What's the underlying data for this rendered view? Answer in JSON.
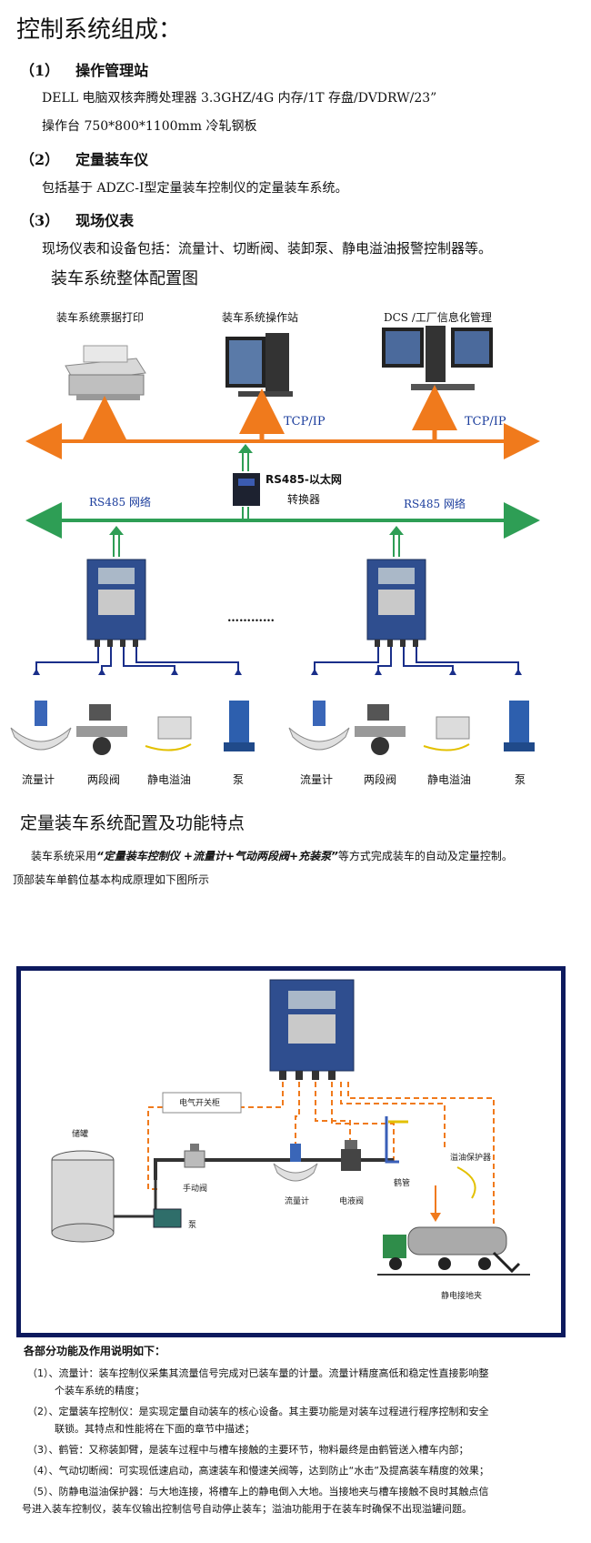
{
  "title": "控制系统组成：",
  "sections": [
    {
      "num": "（1）",
      "heading": "操作管理站",
      "lines": [
        "DELL 电脑双核奔腾处理器 3.3GHZ/4G 内存/1T 存盘/DVDRW/23”",
        "操作台 750*800*1100mm 冷轧钢板"
      ]
    },
    {
      "num": "（2）",
      "heading": "定量装车仪",
      "lines": [
        "包括基于 ADZC-Ⅰ型定量装车控制仪的定量装车系统。"
      ]
    },
    {
      "num": "（3）",
      "heading": "现场仪表",
      "lines": [
        "现场仪表和设备包括：流量计、切断阀、装卸泵、静电溢油报警控制器等。"
      ]
    }
  ],
  "diagram1": {
    "title": "装车系统整体配置图",
    "top_labels": [
      "装车系统票据打印",
      "装车系统操作站",
      "DCS /工厂信息化管理"
    ],
    "tcp_label": "TCP/IP",
    "rs485_label": "RS485 网络",
    "converter_label_line1": "RS485-以太网",
    "converter_label_line2": "转换器",
    "dots": "…………",
    "device_labels": [
      "流量计",
      "两段阀",
      "静电溢油",
      "泵"
    ]
  },
  "section2": {
    "heading": "定量装车系统配置及功能特点",
    "intro_prefix": "装车系统采用",
    "intro_bold": "“定量装车控制仪 +流量计+气动两段阀+充装泵”",
    "intro_suffix": "等方式完成装车的自动及定量控制。",
    "intro2": "顶部装车单鹤位基本构成原理如下图所示"
  },
  "diagram2": {
    "switch_label": "电气开关柜",
    "tank_label": "储罐",
    "manual_valve": "手动阀",
    "pump": "泵",
    "flowmeter": "流量计",
    "hydraulic_valve": "电液阀",
    "crane_pipe": "鹤管",
    "overflow": "溢油保护器",
    "ground_clamp": "静电接地夹"
  },
  "notes": {
    "heading": "各部分功能及作用说明如下：",
    "items": [
      [
        "（1）、流量计：装车控制仪采集其流量信号完成对已装车量的计量。流量计精度高低和稳定性直接影响整",
        "个装车系统的精度；"
      ],
      [
        "（2）、定量装车控制仪：是实现定量自动装车的核心设备。其主要功能是对装车过程进行程序控制和安全",
        "联锁。其特点和性能将在下面的章节中描述；"
      ],
      [
        "（3）、鹤管：又称装卸臂，是装车过程中与槽车接触的主要环节，物料最终是由鹤管送入槽车内部；"
      ],
      [
        "（4）、气动切断阀：可实现低速启动，高速装车和慢速关阀等，达到防止“水击”及提高装车精度的效果；"
      ],
      [
        "（5）、防静电溢油保护器：与大地连接，将槽车上的静电倒入大地。当接地夹与槽车接触不良时其触点信",
        "号进入装车控制仪，装车仪输出控制信号自动停止装车；溢油功能用于在装车时确保不出现溢罐问题。"
      ]
    ]
  },
  "colors": {
    "orange": "#f07a1c",
    "green": "#2e9e55",
    "navy": "#0d1a5e",
    "blue": "#1a3c9c",
    "panel": "#2f4e8f"
  }
}
